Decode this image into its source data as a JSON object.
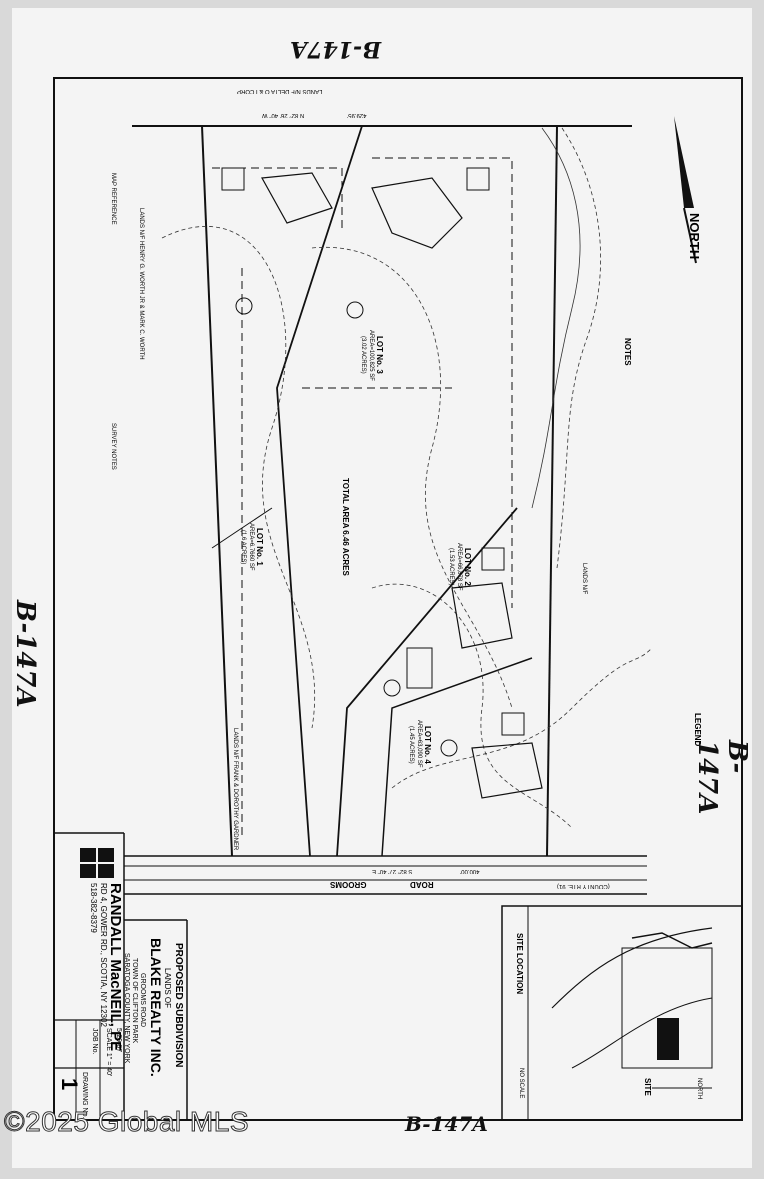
{
  "handwritten": {
    "top_reference": "B-147A",
    "left_reference": "B-147A",
    "right_reference": "B-147A",
    "bottom_reference": "B-147A"
  },
  "watermark": "©2025 Global MLS",
  "north_arrow": {
    "label": "NORTH"
  },
  "title_block": {
    "firm_name": "RANDALL MacNEIL, PE",
    "firm_address": "RD 4, GOWER RD., SCOTIA, NY 12302",
    "firm_phone": "518-382-8379",
    "project_title": "PROPOSED SUBDIVISION",
    "project_lands_of": "LANDS OF",
    "client": "BLAKE REALTY INC.",
    "road": "GROOMS ROAD",
    "town": "TOWN OF CLIFTON PARK",
    "county": "SARATOGA COUNTY, NEW YORK",
    "date": "5-29-87",
    "scale": "SCALE 1\" = 40'",
    "job_no": "JOB No.",
    "drawing_no": "DRAWING No.",
    "sheet": "1"
  },
  "site_location": {
    "title": "SITE LOCATION",
    "scale_note": "NO SCALE",
    "site_label": "SITE",
    "north_label": "NORTH"
  },
  "plan": {
    "road_name": "GROOMS",
    "road_word": "ROAD",
    "county_route": "(COUNTY RTE. 91)",
    "road_bearing": "S 82° 27' 40\" E",
    "road_distance": "400.00'",
    "top_bearing": "N 82° 26' 40\" W",
    "top_distance": "429.95'",
    "adjoiner_top": "LANDS N/F DELTA O & I CORP",
    "adjoiner_left": "LANDS N/F HENRY G. WORTH JR & MARK C. WORTH",
    "adjoiner_right": "LANDS N/F",
    "adjoiner_bottom_left": "LANDS N/F FRANK & DOROTHY GARDNER",
    "lot1": {
      "name": "LOT No. 1",
      "area": "AREA=6.7660 SF",
      "acres": "(1.6 ACRES)"
    },
    "lot2": {
      "name": "LOT No. 2",
      "area": "AREA=66,878 SF",
      "acres": "(1.53 ACRES)"
    },
    "lot3": {
      "name": "LOT No. 3",
      "area": "AREA=100,825 SF",
      "acres": "(3.02 ACRES)"
    },
    "lot4": {
      "name": "LOT No. 4",
      "area": "AREA=63,090 SF",
      "acres": "(1.45 ACRES)"
    },
    "total_area": "TOTAL AREA 6.46 ACRES",
    "notes_title": "NOTES",
    "legend_title": "LEGEND",
    "survey_notes": "SURVEY NOTES",
    "map_reference": "MAP REFERENCE"
  }
}
